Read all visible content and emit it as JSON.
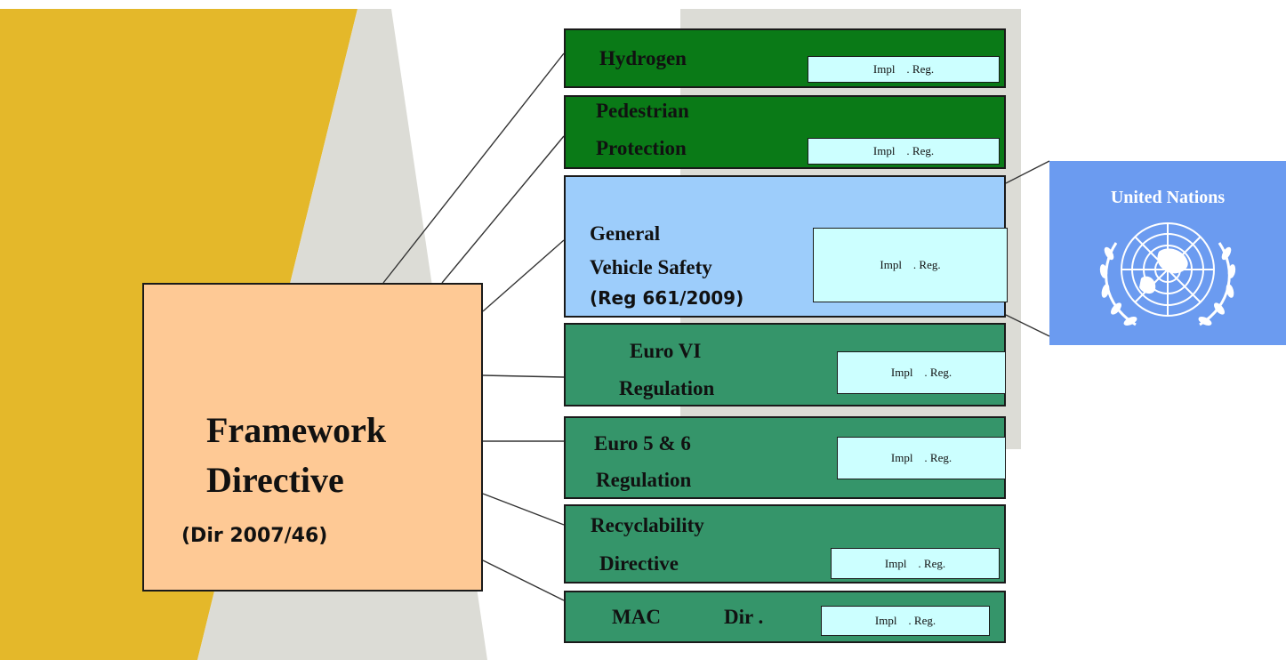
{
  "framework": {
    "title_line1": "Framework",
    "title_line2": "Directive",
    "ref": "(Dir 2007/46)"
  },
  "boxes": [
    {
      "id": "hydrogen",
      "line1": "Hydrogen",
      "line2": "",
      "ref": "",
      "impl": "Impl    . Reg."
    },
    {
      "id": "pedestrian",
      "line1": "Pedestrian",
      "line2": "Protection",
      "ref": "",
      "impl": "Impl    . Reg."
    },
    {
      "id": "general",
      "line1": "General",
      "line2": "Vehicle Safety",
      "ref": "(Reg 661/2009)",
      "impl": "Impl    . Reg."
    },
    {
      "id": "euro6",
      "line1": "Euro VI",
      "line2": "Regulation",
      "ref": "",
      "impl": "Impl    . Reg."
    },
    {
      "id": "euro56",
      "line1": "Euro 5 & 6",
      "line2": "Regulation",
      "ref": "",
      "impl": "Impl    . Reg."
    },
    {
      "id": "recyclability",
      "line1": "Recyclability",
      "line2": "Directive",
      "ref": "",
      "impl": "Impl    . Reg."
    },
    {
      "id": "mac",
      "line1": "MAC",
      "line2": "Dir   .",
      "ref": "",
      "impl": "Impl    . Reg."
    }
  ],
  "un_logo": {
    "text": "United Nations"
  },
  "colors": {
    "dark_green": "#0a7a17",
    "mid_green": "#35956a",
    "light_blue": "#9dcdfb",
    "framework_fill": "#fec995",
    "reg_fill": "#ccffff",
    "un_blue": "#6b9bf0",
    "yellow_band": "#e4b82a",
    "grey_band": "#dcdcd6"
  }
}
